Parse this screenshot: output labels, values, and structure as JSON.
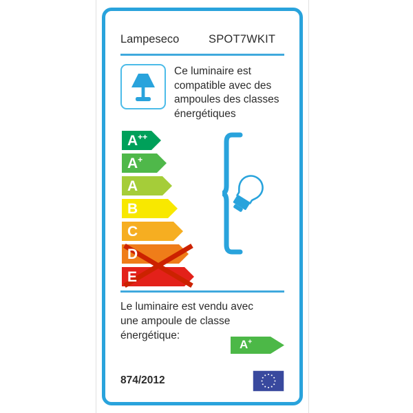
{
  "label": {
    "brand": "Lampeseco",
    "model": "SPOT7WKIT",
    "compatibility_text": "Ce luminaire est compatible avec des ampoules des classes énergétiques",
    "lamp_icon": "table-lamp-icon",
    "bulb_icon": "light-bulb-icon",
    "brace_icon": "curly-brace-icon",
    "sold_with_text": "Le luminaire est vendu avec une ampoule de classe énergétique:",
    "sold_with_class": "A",
    "sold_with_class_sup": "+",
    "regulation": "874/2012",
    "eu_flag_icon": "eu-flag-icon",
    "colors": {
      "frame_blue": "#29a3dc",
      "divider_blue": "#3fa9dd",
      "icon_blue": "#29a3dc",
      "cross_red": "#cc2200",
      "badge_green": "#4cb847",
      "eu_flag_blue": "#39499e",
      "eu_star_yellow": "#ffffff"
    },
    "classes": [
      {
        "label": "A",
        "sup": "++",
        "color": "#00a05a",
        "width": 57,
        "excluded": false
      },
      {
        "label": "A",
        "sup": "+",
        "color": "#4fb84a",
        "width": 65,
        "excluded": false
      },
      {
        "label": "A",
        "sup": "",
        "color": "#a5cd39",
        "width": 73,
        "excluded": false
      },
      {
        "label": "B",
        "sup": "",
        "color": "#f8e800",
        "width": 81,
        "excluded": false
      },
      {
        "label": "C",
        "sup": "",
        "color": "#f6ae21",
        "width": 89,
        "excluded": false
      },
      {
        "label": "D",
        "sup": "",
        "color": "#ef7d19",
        "width": 97,
        "excluded": true
      },
      {
        "label": "E",
        "sup": "",
        "color": "#e3211a",
        "width": 105,
        "excluded": true
      }
    ]
  }
}
